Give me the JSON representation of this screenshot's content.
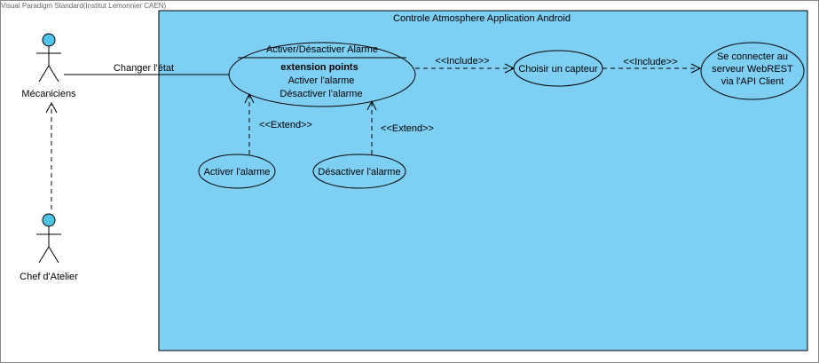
{
  "watermark": "Visual Paradigm Standard(Institut Lemonnier CAEN)",
  "system": {
    "name": "Controle Atmosphere Application Android",
    "fill": "#7ecff4",
    "border": "#000000"
  },
  "actors": [
    {
      "id": "mecaniciens",
      "label": "Mécaniciens",
      "head_color": "#4fc3e8"
    },
    {
      "id": "chef",
      "label": "Chef d'Atelier",
      "head_color": "#4fc3e8"
    }
  ],
  "use_cases": {
    "main": {
      "title": "Activer/Désactiver Alarme",
      "ext_header": "extension points",
      "ext_points": [
        "Activer l'alarme",
        "Désactiver l'alarme"
      ]
    },
    "activer": {
      "label": "Activer l'alarme"
    },
    "desactiver": {
      "label": "Désactiver l'alarme"
    },
    "capteur": {
      "label": "Choisir un capteur"
    },
    "webrest": {
      "lines": [
        "Se connecter au",
        "serveur WebREST",
        "via l'API Client"
      ]
    }
  },
  "relations": {
    "association_label": "Changer l'état",
    "include_1": "<<Include>>",
    "include_2": "<<Include>>",
    "extend_1": "<<Extend>>",
    "extend_2": "<<Extend>>"
  }
}
